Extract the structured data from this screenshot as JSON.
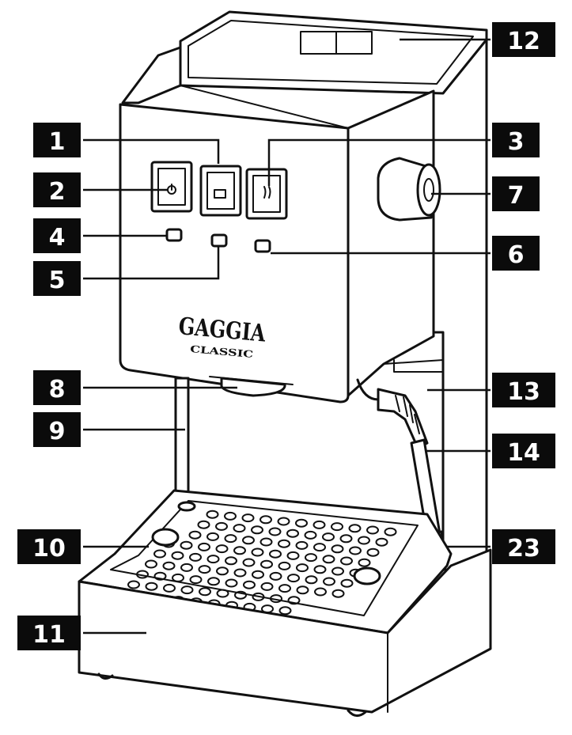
{
  "logo": {
    "brand": "GAGGIA",
    "model": "CLASSIC"
  },
  "callouts": [
    {
      "id": "1",
      "label": "1"
    },
    {
      "id": "2",
      "label": "2"
    },
    {
      "id": "3",
      "label": "3"
    },
    {
      "id": "4",
      "label": "4"
    },
    {
      "id": "5",
      "label": "5"
    },
    {
      "id": "6",
      "label": "6"
    },
    {
      "id": "7",
      "label": "7"
    },
    {
      "id": "8",
      "label": "8"
    },
    {
      "id": "9",
      "label": "9"
    },
    {
      "id": "10",
      "label": "10"
    },
    {
      "id": "11",
      "label": "11"
    },
    {
      "id": "12",
      "label": "12"
    },
    {
      "id": "13",
      "label": "13"
    },
    {
      "id": "14",
      "label": "14"
    },
    {
      "id": "23",
      "label": "23"
    }
  ]
}
